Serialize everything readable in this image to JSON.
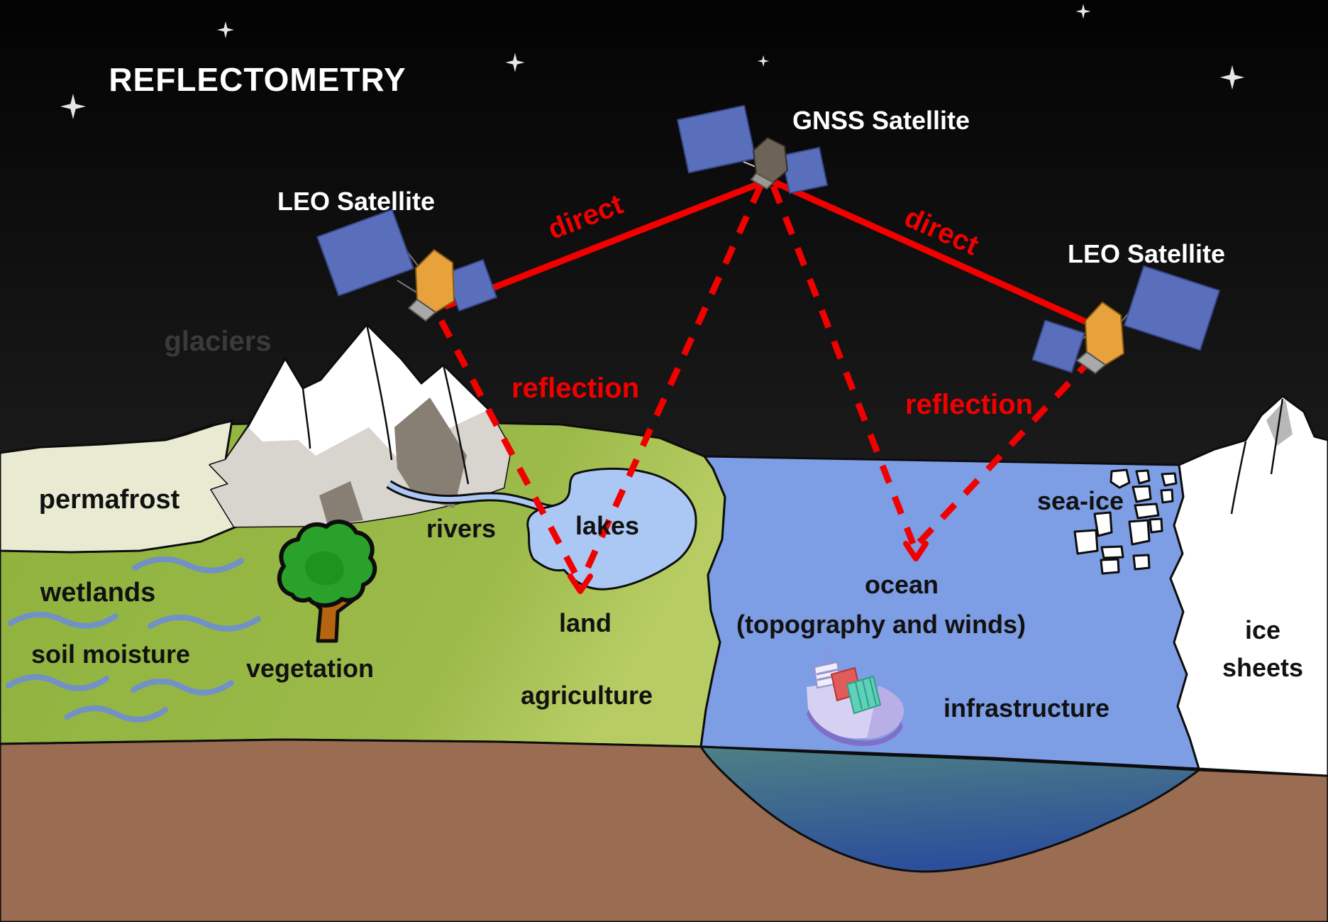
{
  "title": "REFLECTOMETRY",
  "satellites": {
    "gnss": {
      "label": "GNSS Satellite"
    },
    "leo_left": {
      "label": "LEO Satellite"
    },
    "leo_right": {
      "label": "LEO Satellite"
    }
  },
  "signals": {
    "direct_left": {
      "label": "direct"
    },
    "direct_right": {
      "label": "direct"
    },
    "reflection_left": {
      "label": "reflection"
    },
    "reflection_right": {
      "label": "reflection"
    }
  },
  "surface": {
    "glaciers": "glaciers",
    "permafrost": "permafrost",
    "rivers": "rivers",
    "lakes": "lakes",
    "wetlands": "wetlands",
    "soil_moisture": "soil moisture",
    "vegetation": "vegetation",
    "land": "land",
    "agriculture": "agriculture",
    "ocean_line1": "ocean",
    "ocean_line2": "(topography and winds)",
    "infrastructure": "infrastructure",
    "sea_ice": "sea-ice",
    "ice_line1": "ice",
    "ice_line2": "sheets"
  },
  "colors": {
    "sky_top": "#030303",
    "sky_bottom": "#1c1c1c",
    "land_green": "#95b644",
    "land_green_light": "#b7cd64",
    "permafrost_cream": "#e9ead2",
    "soil_brown": "#9a6c51",
    "ocean_blue": "#7d9de4",
    "lake_blue": "#abc8f4",
    "deep_teal": "#4e8084",
    "deep_blue": "#2c4f9b",
    "wave_blue": "#7191c7",
    "mountain_gray": "#d8d4ce",
    "mountain_dark": "#877e74",
    "signal_red": "#f20000",
    "panel_blue": "#5a6fbc",
    "sat_body_orange": "#e8a23c",
    "sat_body_taupe": "#6e6357",
    "sat_face_gray": "#a9a9a9",
    "label_black": "#111111",
    "label_white": "#ffffff",
    "glaciers_gray": "#3a3a38",
    "tree_green": "#2aa12a",
    "tree_trunk": "#b5640f",
    "ship_hull": "#d6d0f2",
    "ship_band": "#7f6fc9",
    "container_red": "#e15b5b",
    "container_teal": "#5fd0ba",
    "star": "#e6e6e6"
  }
}
